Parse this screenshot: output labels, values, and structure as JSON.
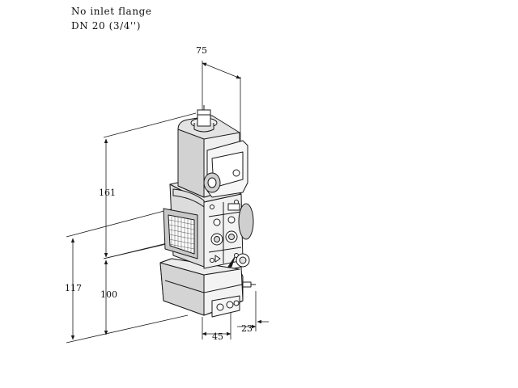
{
  "caption": {
    "line1": "No inlet flange",
    "line2": "DN 20 (3/4'')"
  },
  "dimensions": {
    "width_top": "75",
    "height_upper": "161",
    "height_total": "117",
    "height_lower": "100",
    "depth_bottom": "45",
    "offset_bottom": "23"
  },
  "colors": {
    "line": "#1a1a1a",
    "body_light": "#f2f2f2",
    "body_mid": "#d9d9d9",
    "body_dark": "#b5b5b5"
  }
}
